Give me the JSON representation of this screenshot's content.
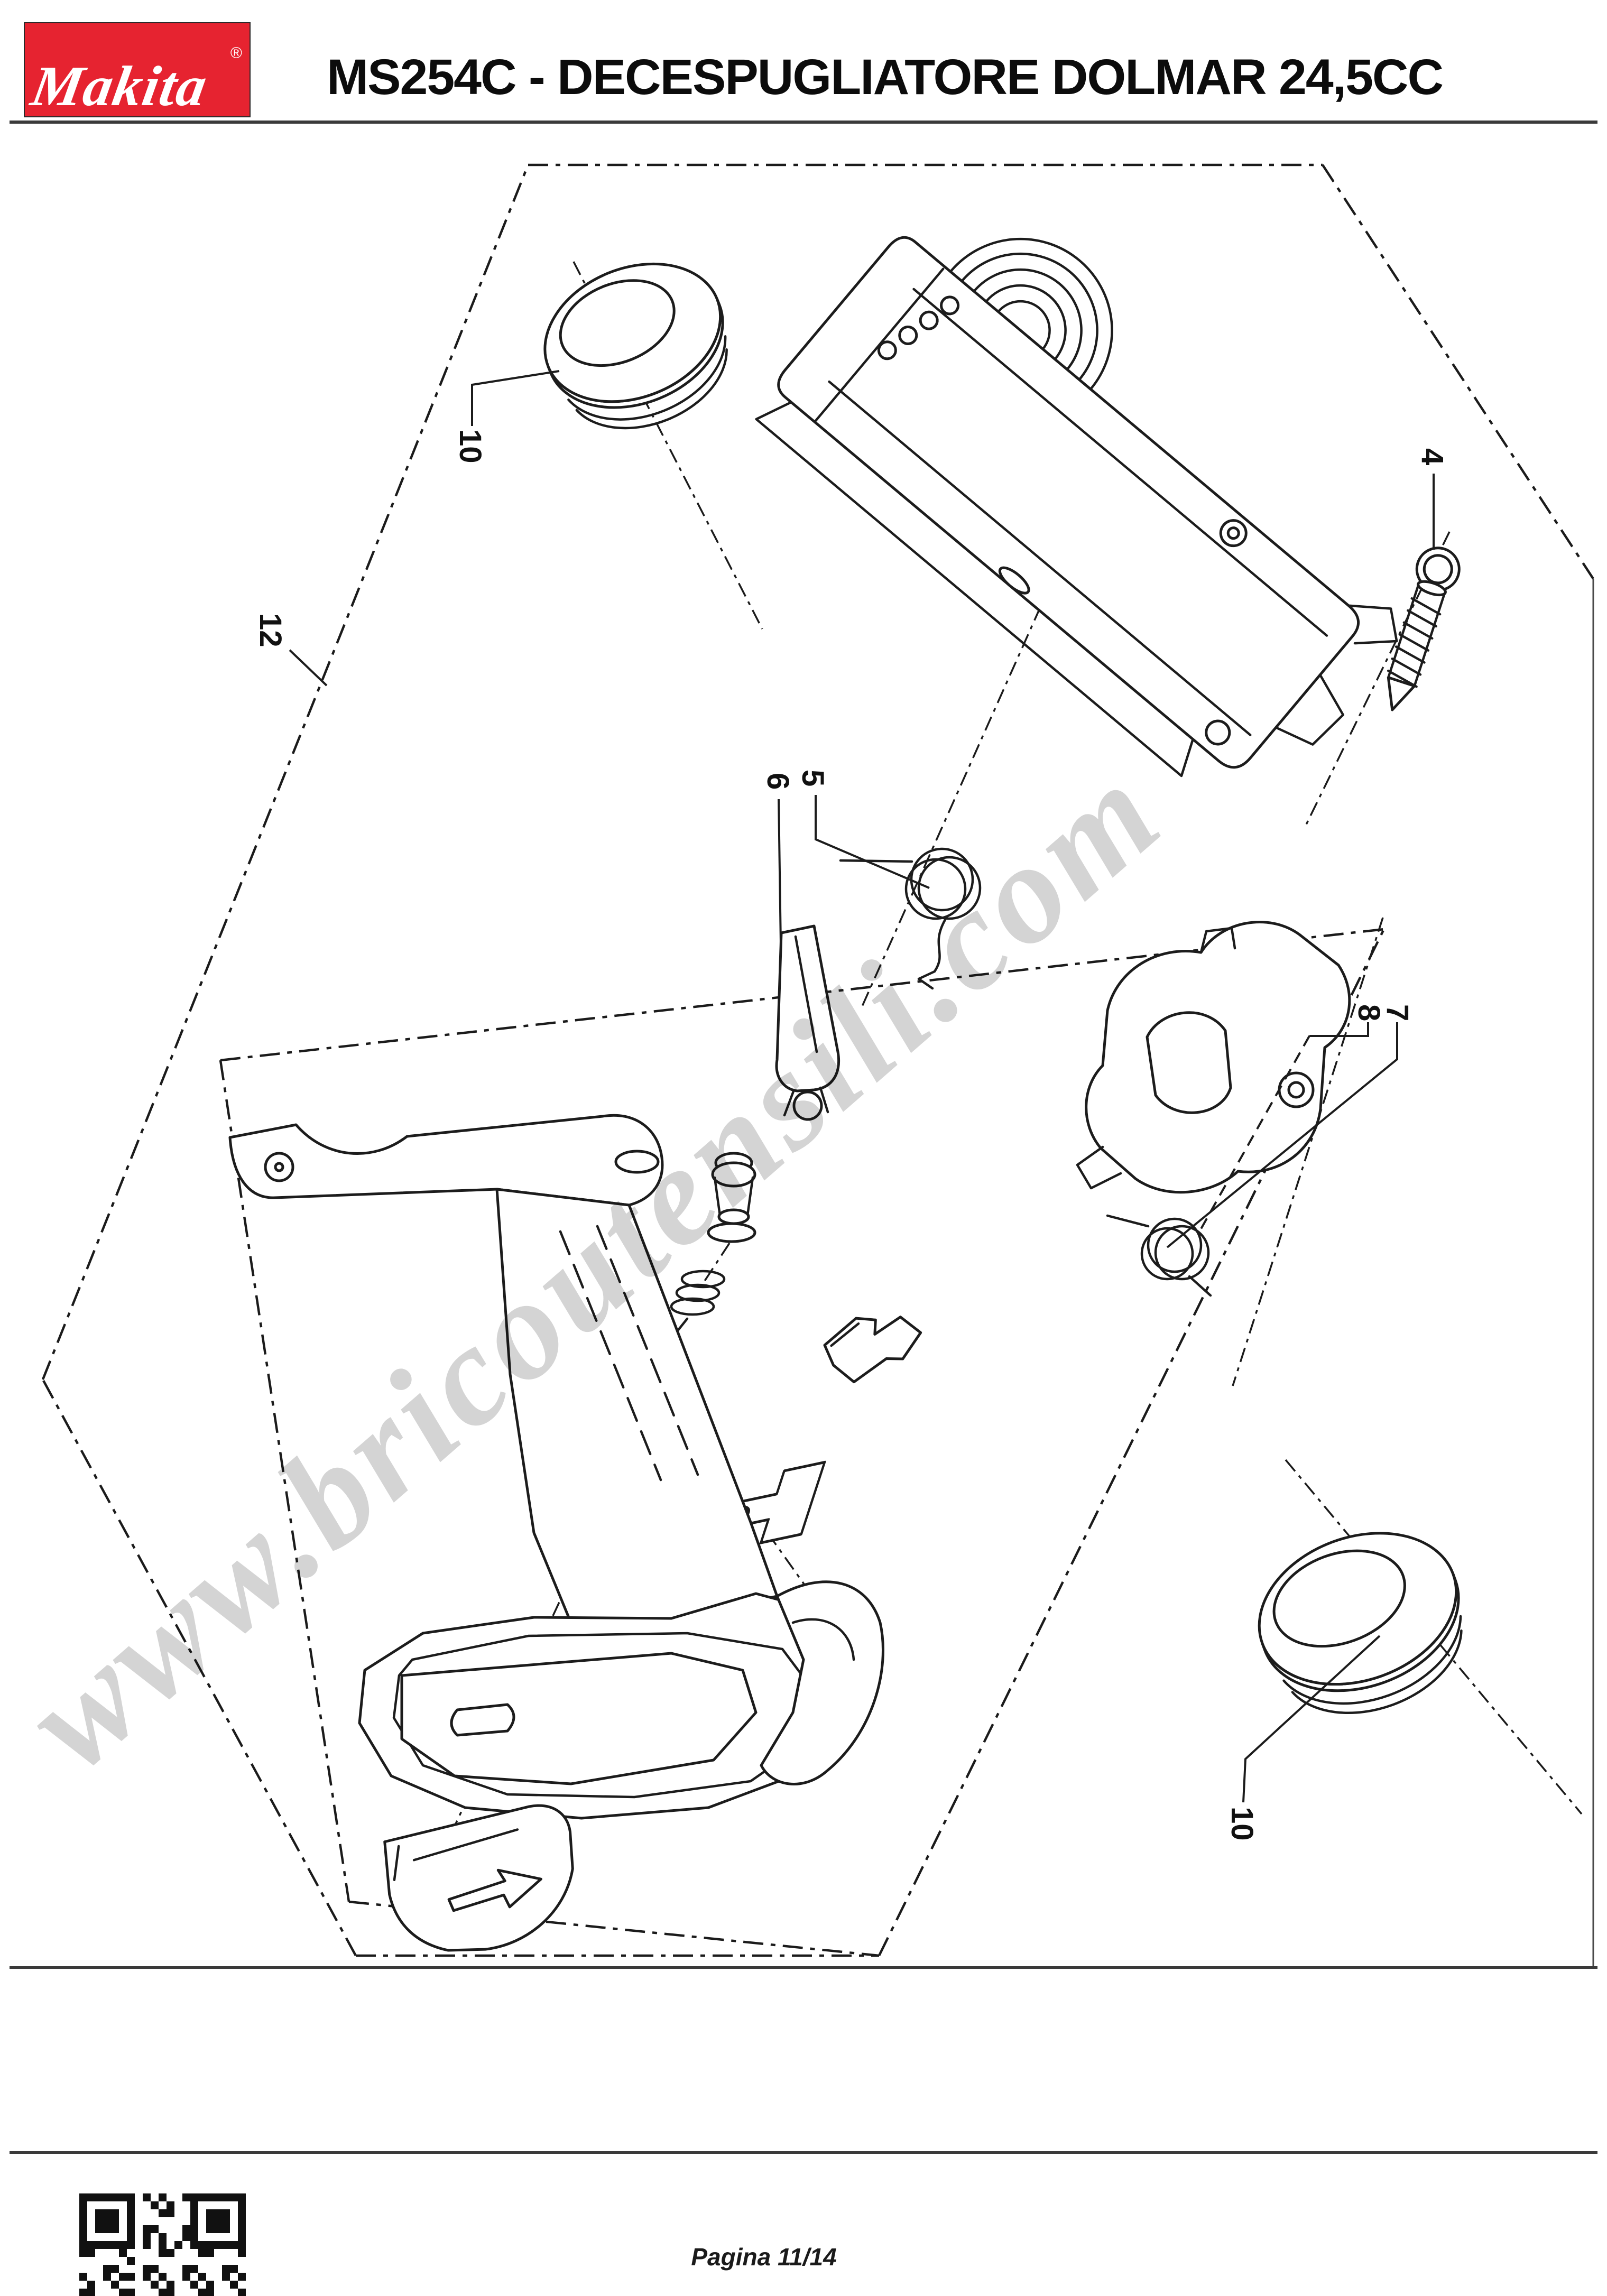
{
  "header": {
    "logo_text": "Makita",
    "registered_mark": "®",
    "title": "MS254C - DECESPUGLIATORE DOLMAR 24,5CC"
  },
  "diagram": {
    "watermark": "www.bricoutensili.com",
    "labels": [
      {
        "text": "10"
      },
      {
        "text": "12"
      },
      {
        "text": "4"
      },
      {
        "text": "6"
      },
      {
        "text": "5"
      },
      {
        "text": "8"
      },
      {
        "text": "7"
      },
      {
        "text": "10"
      }
    ],
    "part_numbers_visible": [
      "4",
      "5",
      "6",
      "7",
      "8",
      "10",
      "12"
    ]
  },
  "footer": {
    "page_label": "Pagina 11/14"
  },
  "colors": {
    "brand_red": "#e62330",
    "ink": "#1c1c1c",
    "watermark_gray": "#c9c9c9"
  }
}
